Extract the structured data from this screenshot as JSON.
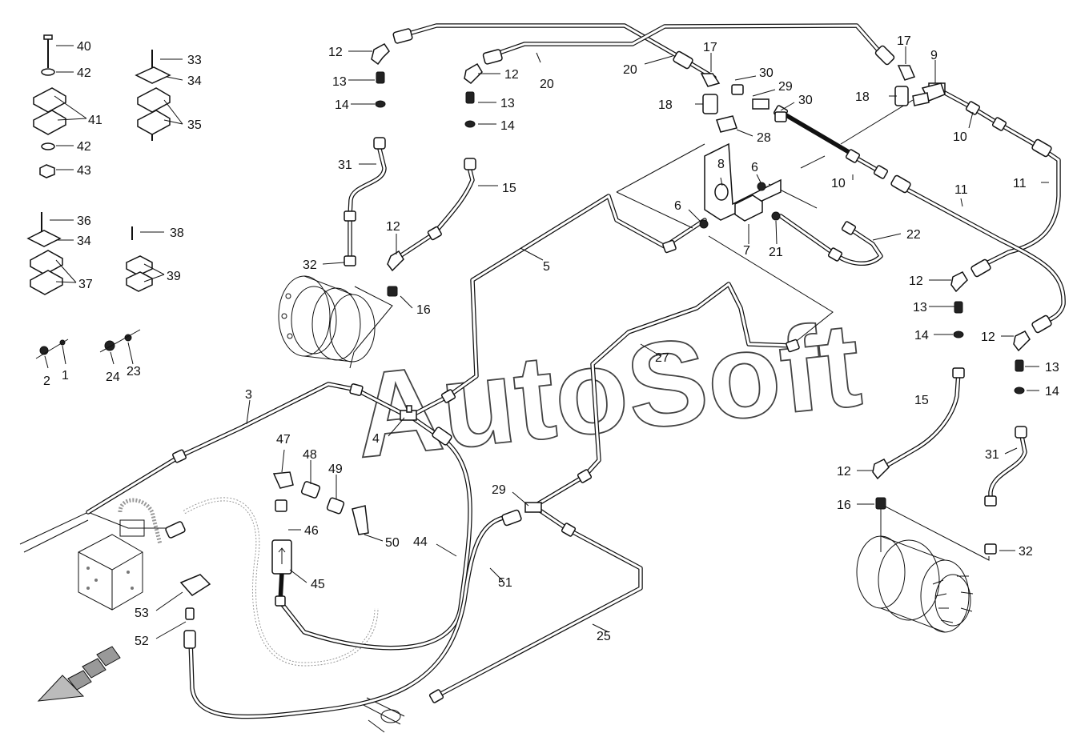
{
  "watermark": "AutoSoft",
  "callouts": [
    {
      "n": "40"
    },
    {
      "n": "42"
    },
    {
      "n": "41"
    },
    {
      "n": "42"
    },
    {
      "n": "43"
    },
    {
      "n": "33"
    },
    {
      "n": "34"
    },
    {
      "n": "35"
    },
    {
      "n": "36"
    },
    {
      "n": "34"
    },
    {
      "n": "37"
    },
    {
      "n": "38"
    },
    {
      "n": "39"
    },
    {
      "n": "2"
    },
    {
      "n": "1"
    },
    {
      "n": "24"
    },
    {
      "n": "23"
    },
    {
      "n": "12"
    },
    {
      "n": "13"
    },
    {
      "n": "14"
    },
    {
      "n": "31"
    },
    {
      "n": "32"
    },
    {
      "n": "12"
    },
    {
      "n": "13"
    },
    {
      "n": "14"
    },
    {
      "n": "15"
    },
    {
      "n": "12"
    },
    {
      "n": "16"
    },
    {
      "n": "20"
    },
    {
      "n": "20"
    },
    {
      "n": "17"
    },
    {
      "n": "18"
    },
    {
      "n": "30"
    },
    {
      "n": "29"
    },
    {
      "n": "30"
    },
    {
      "n": "28"
    },
    {
      "n": "17"
    },
    {
      "n": "9"
    },
    {
      "n": "18"
    },
    {
      "n": "10"
    },
    {
      "n": "10"
    },
    {
      "n": "11"
    },
    {
      "n": "11"
    },
    {
      "n": "22"
    },
    {
      "n": "8"
    },
    {
      "n": "6"
    },
    {
      "n": "6"
    },
    {
      "n": "7"
    },
    {
      "n": "21"
    },
    {
      "n": "5"
    },
    {
      "n": "12"
    },
    {
      "n": "13"
    },
    {
      "n": "14"
    },
    {
      "n": "15"
    },
    {
      "n": "12"
    },
    {
      "n": "13"
    },
    {
      "n": "14"
    },
    {
      "n": "31"
    },
    {
      "n": "12"
    },
    {
      "n": "16"
    },
    {
      "n": "32"
    },
    {
      "n": "3"
    },
    {
      "n": "4"
    },
    {
      "n": "27"
    },
    {
      "n": "47"
    },
    {
      "n": "48"
    },
    {
      "n": "49"
    },
    {
      "n": "46"
    },
    {
      "n": "50"
    },
    {
      "n": "45"
    },
    {
      "n": "44"
    },
    {
      "n": "51"
    },
    {
      "n": "29"
    },
    {
      "n": "25"
    },
    {
      "n": "53"
    },
    {
      "n": "52"
    }
  ]
}
